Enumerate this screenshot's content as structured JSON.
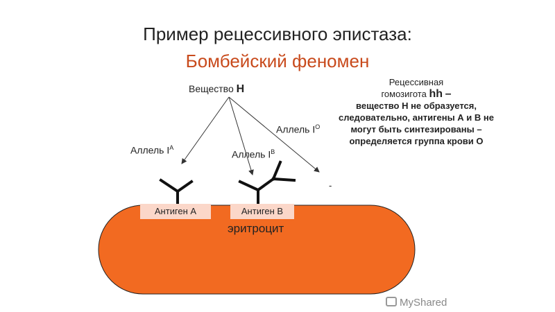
{
  "title": "Пример рецессивного эпистаза:",
  "subtitle": "Бомбейский феномен",
  "substance": {
    "label": "Вещество",
    "letter": "H"
  },
  "alleles": {
    "a": {
      "prefix": "Аллель I",
      "sup": "A"
    },
    "b": {
      "prefix": "Аллель I",
      "sup": "B"
    },
    "o": {
      "prefix": "Аллель I",
      "sup": "O"
    }
  },
  "antigens": {
    "a": "Антиген А",
    "b": "Антиген В"
  },
  "cell_label": "эритроцит",
  "explanation": {
    "line1": "Рецессивная",
    "line2_pre": "гомозигота",
    "line2_hh": "hh",
    "line2_post": "–",
    "bold_rest": "вещество Н не образуется, следовательно, антигены А и В не могут быть синтезированы – определяется группа крови О"
  },
  "dash": "-",
  "watermark": "MyShared",
  "colors": {
    "cell": "#f26a21",
    "title_accent": "#c84a1c",
    "antigen_box": "#fbd7c9"
  }
}
